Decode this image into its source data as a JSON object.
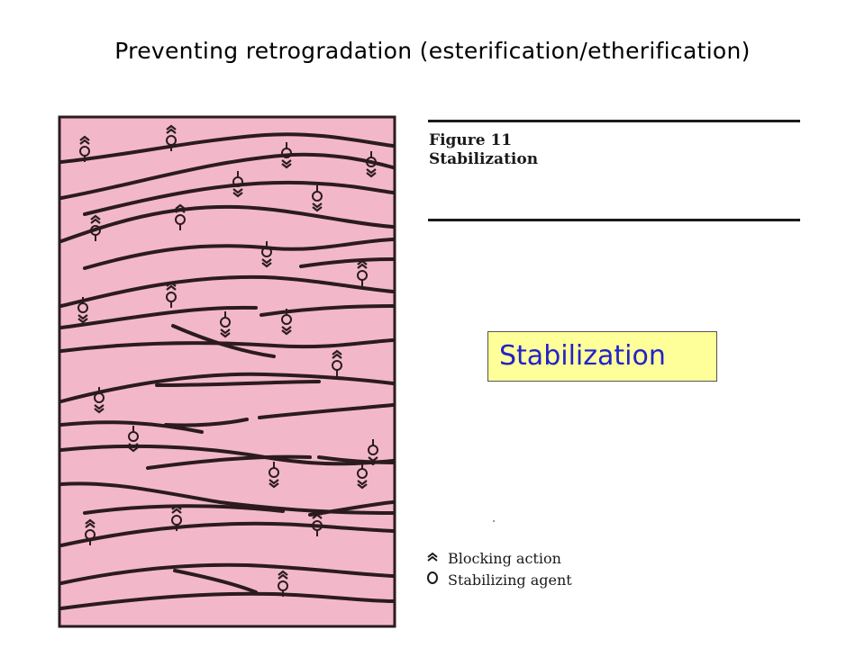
{
  "slide": {
    "title": "Preventing retrogradation (esterification/etherification)"
  },
  "figure": {
    "number": "Figure 11",
    "name": "Stabilization",
    "background_color": "#f2b8c9",
    "strand_color": "#2b1b1f"
  },
  "label_box": {
    "text": "Stabilization",
    "fill_color": "#ffff99",
    "text_color": "#2222cc"
  },
  "legend": {
    "items": [
      {
        "icon": "blocking-action-icon",
        "label": "Blocking action"
      },
      {
        "icon": "stabilizing-agent-icon",
        "label": "Stabilizing agent"
      }
    ]
  }
}
